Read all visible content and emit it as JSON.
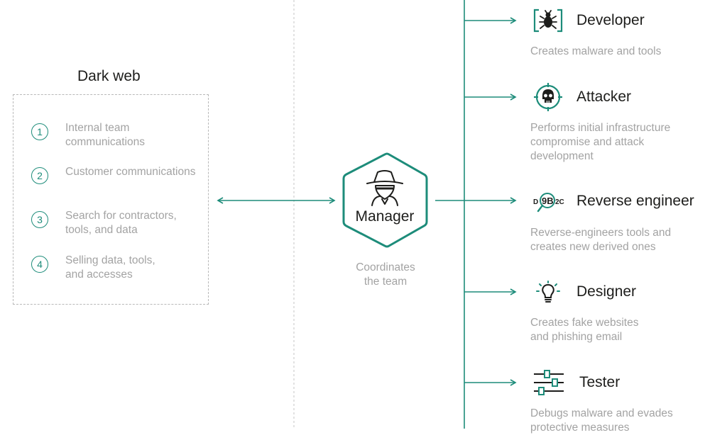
{
  "dark_web": {
    "title": "Dark web",
    "items": [
      {
        "number": "1",
        "text": "Internal team communications"
      },
      {
        "number": "2",
        "text": "Customer communications"
      },
      {
        "number": "3",
        "text": "Search for contractors, tools, and data"
      },
      {
        "number": "4",
        "text": "Selling data, tools, and accesses"
      }
    ]
  },
  "manager": {
    "label": "Manager",
    "description": "Coordinates the team",
    "icon": "hacker-icon"
  },
  "roles": [
    {
      "title": "Developer",
      "description": "Creates malware and tools",
      "icon": "bug-icon"
    },
    {
      "title": "Attacker",
      "description": "Performs initial infrastructure compromise and attack development",
      "icon": "skull-target-icon"
    },
    {
      "title": "Reverse engineer",
      "description": "Reverse-engineers tools and creates new derived ones",
      "icon": "magnifier-code-icon"
    },
    {
      "title": "Designer",
      "description": "Creates fake websites and phishing email",
      "icon": "lightbulb-icon"
    },
    {
      "title": "Tester",
      "description": "Debugs malware and evades protective measures",
      "icon": "sliders-icon"
    }
  ],
  "colors": {
    "accent": "#1d8c7a",
    "text": "#1d1d1b",
    "muted_text": "#a3a3a3",
    "dashed_line": "#c4c4c4"
  }
}
